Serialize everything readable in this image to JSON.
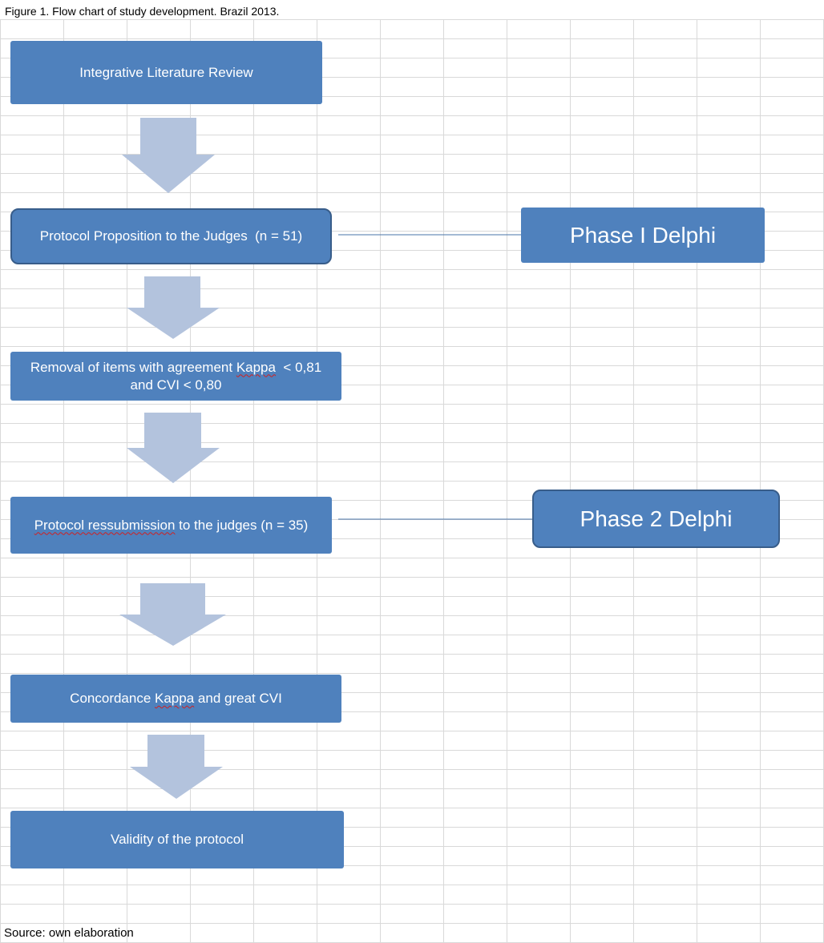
{
  "caption": "Figure 1. Flow chart of study development. Brazil 2013.",
  "source": "Source: own elaboration",
  "steps": {
    "literature_review": "Integrative Literature Review",
    "protocol_proposition": "Protocol Proposition to the Judges  (n = 51)",
    "removal_line1_a": "Removal of items with agreement ",
    "removal_line1_kappa": "Kappa",
    "removal_line1_b": "  < 0,81",
    "removal_line2": "and CVI < 0,80",
    "resubmission_a": "Protocol ressubmission",
    "resubmission_b": " to the judges (n = 35)",
    "concordance_a": "Concordance ",
    "concordance_kappa": "Kappa",
    "concordance_b": " and great CVI",
    "validity": "Validity of the protocol"
  },
  "phases": {
    "phase1": "Phase I Delphi",
    "phase2": "Phase 2 Delphi"
  },
  "colors": {
    "box_fill": "#4f81bd",
    "box_border": "#385d8a",
    "arrow_fill": "#b3c3dd",
    "connector": "#4a74a8",
    "grid_line": "#d9d9d9",
    "spellcheck_underline": "#d02020"
  }
}
